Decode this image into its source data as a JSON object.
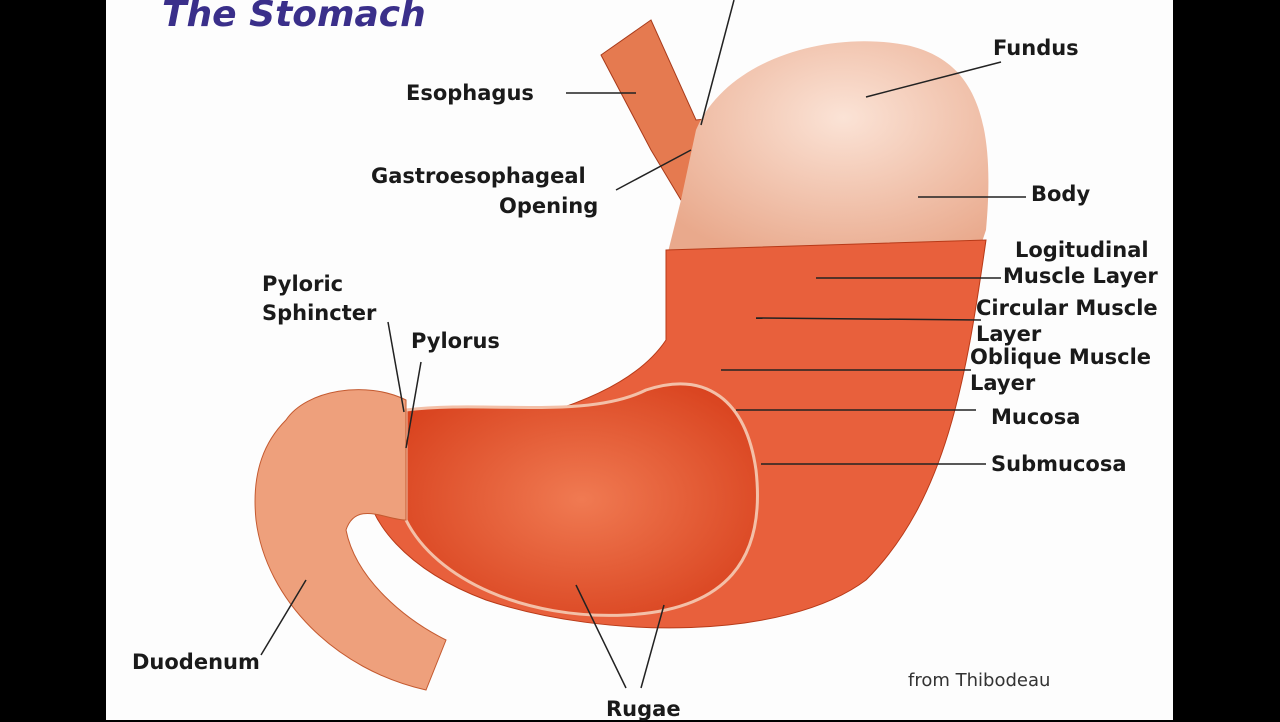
{
  "title": "The Stomach",
  "labels": {
    "esophagus": "Esophagus",
    "gastroesophageal_1": "Gastroesophageal",
    "gastroesophageal_2": "Opening",
    "fundus": "Fundus",
    "body": "Body",
    "longitudinal_1": "Logitudinal",
    "longitudinal_2": "Muscle Layer",
    "circular_1": "Circular Muscle",
    "circular_2": "Layer",
    "oblique_1": "Oblique Muscle",
    "oblique_2": "Layer",
    "mucosa": "Mucosa",
    "submucosa": "Submucosa",
    "pyloric_1": "Pyloric",
    "pyloric_2": "Sphincter",
    "pylorus": "Pylorus",
    "duodenum": "Duodenum",
    "rugae": "Rugae"
  },
  "credit": "from Thibodeau",
  "colors": {
    "title": "#3a2f8a",
    "tissue": "#e8603c",
    "fundus": "#f2c9b4"
  }
}
